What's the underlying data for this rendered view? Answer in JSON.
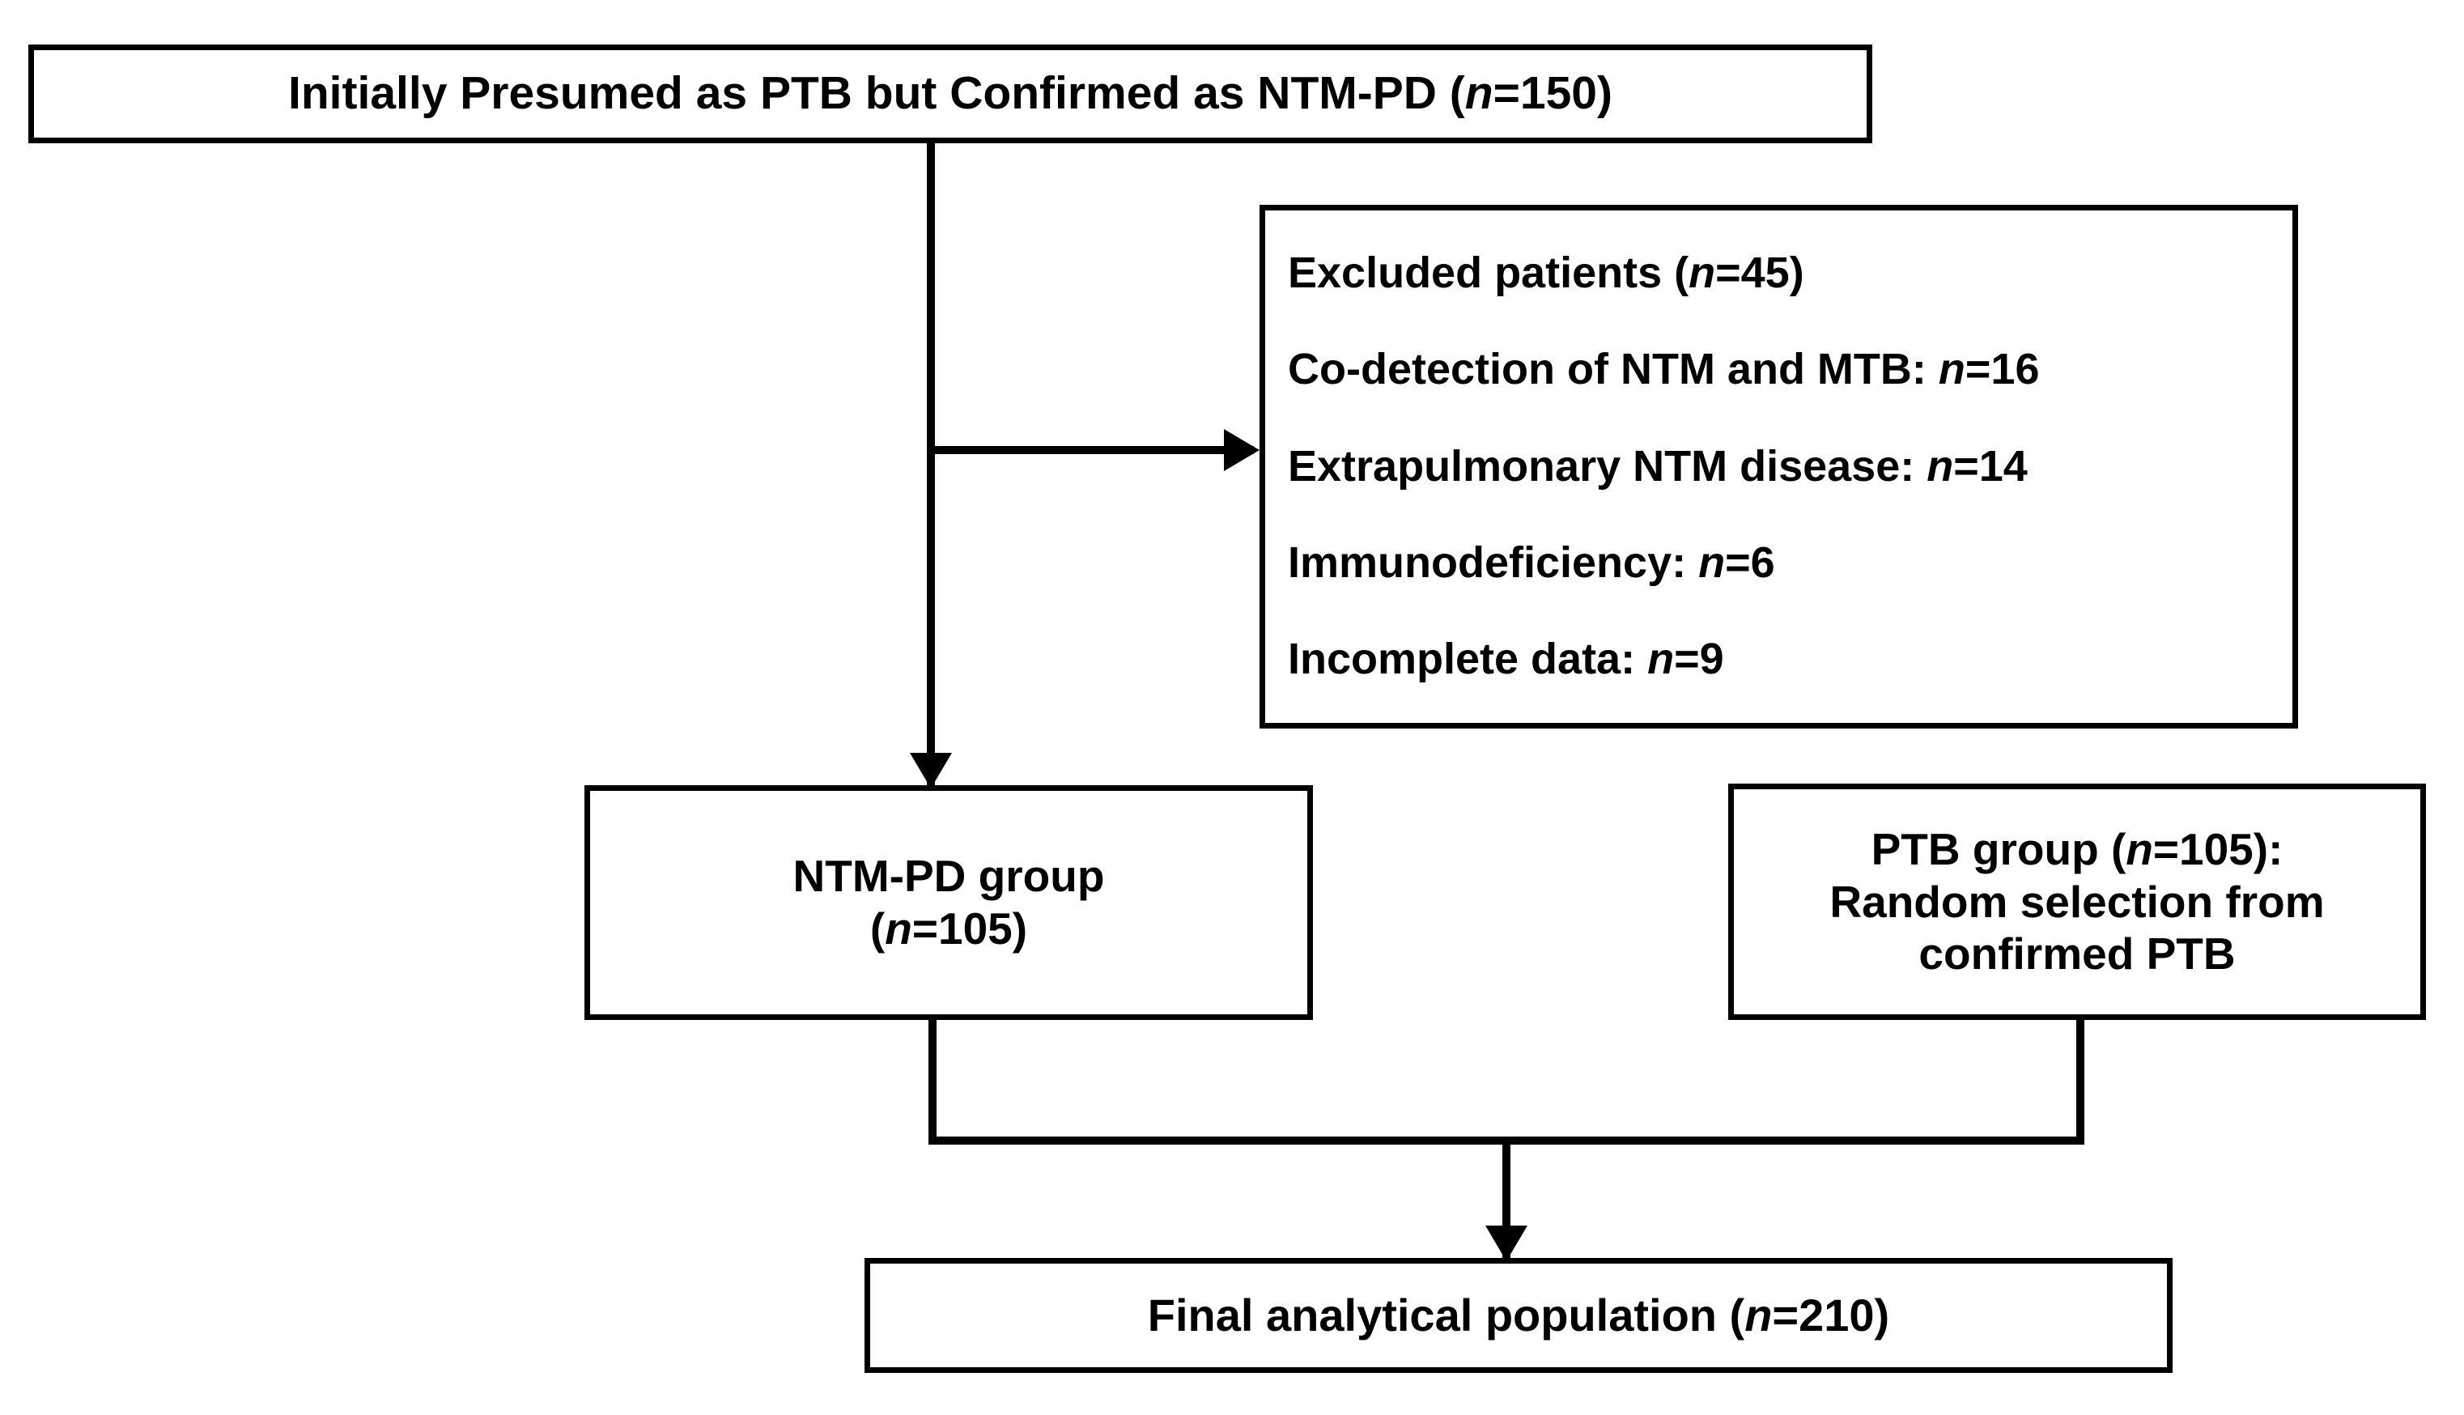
{
  "figure": {
    "type": "flowchart",
    "orientation": "top-down",
    "background_color": "#ffffff",
    "line_color": "#000000",
    "text_color": "#000000"
  },
  "nodes": {
    "source": {
      "id": "source-population",
      "text": "Initially Presumed as PTB but Confirmed as NTM-PD (n=150)",
      "label_before_n": "Initially Presumed as PTB but Confirmed as NTM-PD (",
      "n_symbol": "n",
      "label_after_n": "=150)",
      "count": 150
    },
    "excluded": {
      "id": "excluded-patients",
      "heading_before_n": "Excluded patients (",
      "heading_n_symbol": "n",
      "heading_after_n": "=45)",
      "total_excluded": 45,
      "reasons": [
        {
          "label": "Co-detection of NTM and MTB: ",
          "n_symbol": "n",
          "value": "=16",
          "count": 16
        },
        {
          "label": "Extrapulmonary NTM disease: ",
          "n_symbol": "n",
          "value": "=14",
          "count": 14
        },
        {
          "label": "Immunodeficiency: ",
          "n_symbol": "n",
          "value": "=6",
          "count": 6
        },
        {
          "label": "Incomplete data: ",
          "n_symbol": "n",
          "value": "=9",
          "count": 9
        }
      ]
    },
    "ntmpd_group": {
      "id": "ntm-pd-group",
      "line1": "NTM-PD group",
      "line2_before_n": "(",
      "line2_n_symbol": "n",
      "line2_after_n": "=105)",
      "count": 105
    },
    "ptb_group": {
      "id": "ptb-group",
      "line1_before_n": "PTB group (",
      "line1_n_symbol": "n",
      "line1_after_n": "=105):",
      "line2": "Random selection from",
      "line3": "confirmed PTB",
      "count": 105
    },
    "final": {
      "id": "final-analytical-population",
      "text_before_n": "Final analytical population (",
      "n_symbol": "n",
      "text_after_n": "=210)",
      "count": 210
    }
  },
  "connectors": [
    {
      "name": "source-to-ntmpd",
      "from": "source",
      "to": "ntmpd_group",
      "style": "solid-arrow-down"
    },
    {
      "name": "source-to-excluded",
      "from": "source",
      "to": "excluded",
      "style": "solid-arrow-right"
    },
    {
      "name": "ntmpd-to-final",
      "from": "ntmpd_group",
      "to": "final",
      "style": "solid-merge-arrow-down"
    },
    {
      "name": "ptb-to-final",
      "from": "ptb_group",
      "to": "final",
      "style": "solid-merge-arrow-down"
    }
  ]
}
